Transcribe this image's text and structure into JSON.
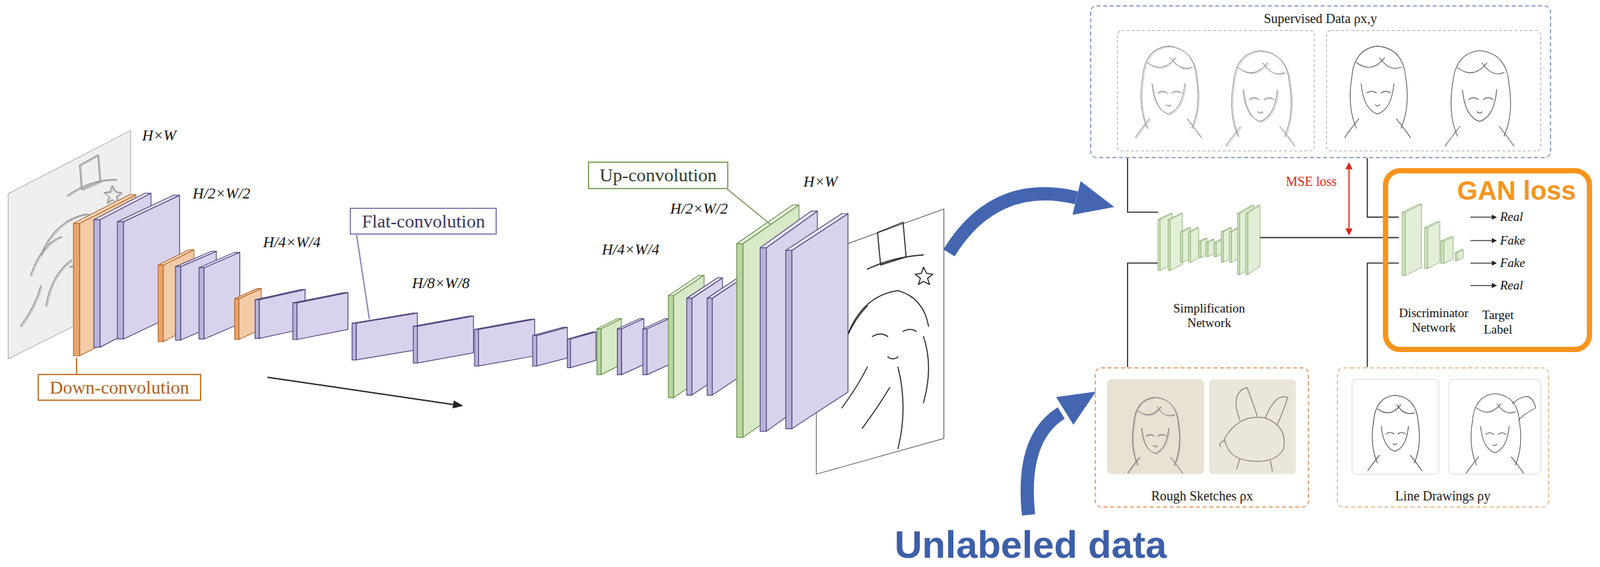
{
  "diagram": {
    "nodes": [
      {
        "text": [
          "Down-convolution"
        ]
      },
      {
        "text": [
          "Flat-convolution"
        ]
      },
      {
        "text": [
          "Up-convolution"
        ]
      },
      {
        "text": [
          "Supervised Data ρx,y"
        ]
      },
      {
        "text": [
          "Simplification Network"
        ]
      },
      {
        "text": [
          "GAN loss"
        ]
      },
      {
        "text": [
          "Discriminator Network"
        ],
        "in": 5
      },
      {
        "text": [
          "Rough Sketches ρx"
        ]
      },
      {
        "text": [
          "Line Drawings ρy"
        ]
      }
    ],
    "edges": [
      {
        "from": 3,
        "to": 4,
        "arrow": "none"
      },
      {
        "from": 7,
        "to": 4,
        "arrow": "none"
      },
      {
        "from": 4,
        "to": 6,
        "arrow": "none"
      },
      {
        "from": 3,
        "to": 6,
        "arrow": "none"
      },
      {
        "from": 8,
        "to": 6,
        "arrow": "none"
      }
    ],
    "labels": [
      "H×W",
      "H/2×W/2",
      "H/4×W/4",
      "H/8×W/8",
      "H/4×W/4",
      "H/2×W/2",
      "H×W",
      "MSE loss",
      "Real",
      "Fake",
      "Fake",
      "Real",
      "Target Label",
      "Unlabeled data"
    ]
  }
}
